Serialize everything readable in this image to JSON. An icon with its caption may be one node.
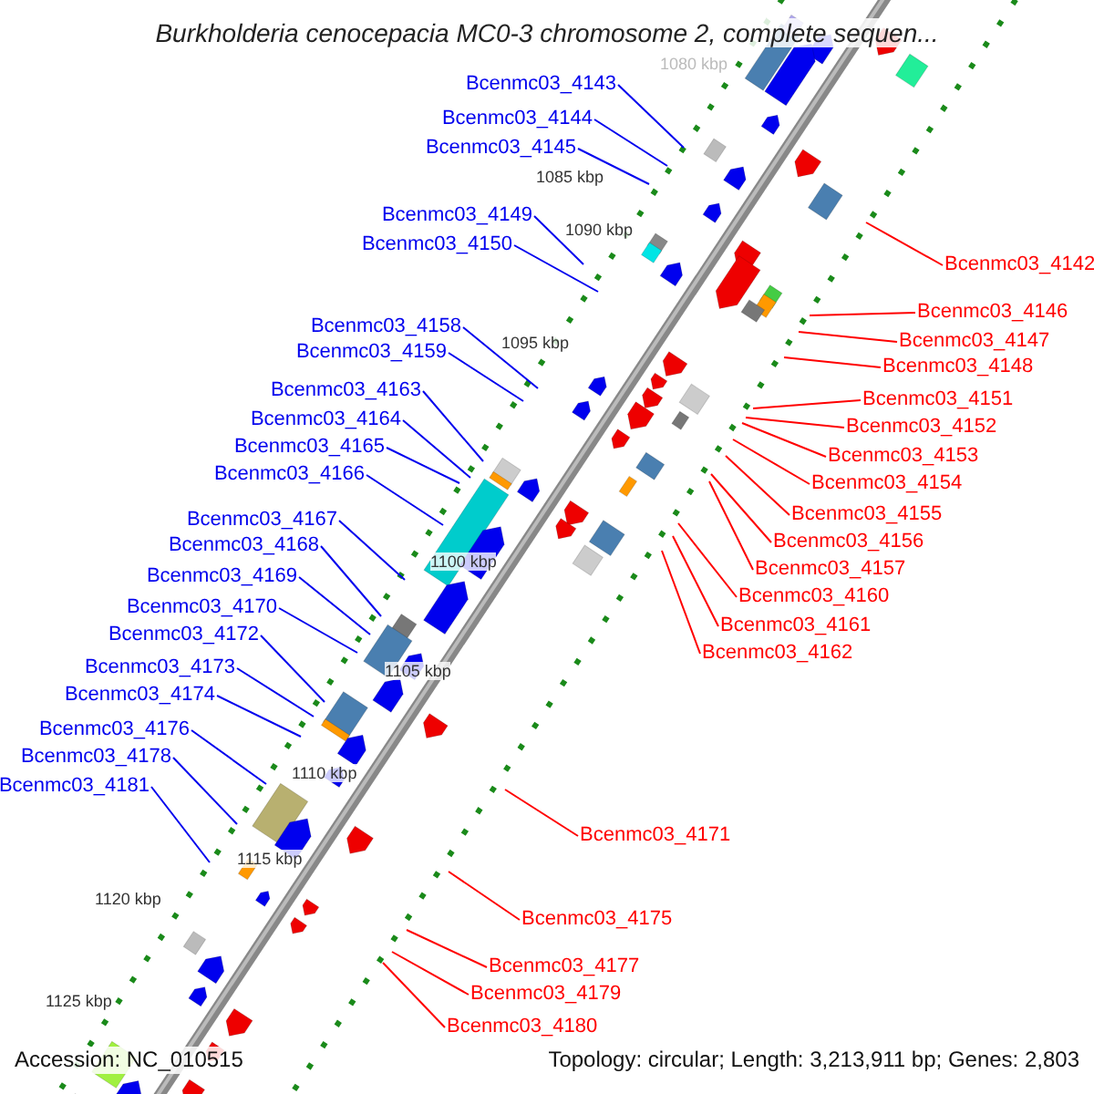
{
  "diagram": {
    "title": "Burkholderia cenocepacia MC0-3 chromosome 2, complete sequen...",
    "nodes": [
      {
        "text": [
          "Bcenmc03_4143"
        ]
      },
      {
        "text": [
          "Bcenmc03_4144"
        ]
      },
      {
        "text": [
          "Bcenmc03_4145"
        ]
      },
      {
        "text": [
          "Bcenmc03_4149"
        ]
      },
      {
        "text": [
          "Bcenmc03_4150"
        ]
      },
      {
        "text": [
          "Bcenmc03_4158"
        ]
      },
      {
        "text": [
          "Bcenmc03_4159"
        ]
      },
      {
        "text": [
          "Bcenmc03_4163"
        ]
      },
      {
        "text": [
          "Bcenmc03_4164"
        ]
      },
      {
        "text": [
          "Bcenmc03_4165"
        ]
      },
      {
        "text": [
          "Bcenmc03_4166"
        ]
      },
      {
        "text": [
          "Bcenmc03_4167"
        ]
      },
      {
        "text": [
          "Bcenmc03_4168"
        ]
      },
      {
        "text": [
          "Bcenmc03_4169"
        ]
      },
      {
        "text": [
          "Bcenmc03_4170"
        ]
      },
      {
        "text": [
          "Bcenmc03_4172"
        ]
      },
      {
        "text": [
          "Bcenmc03_4173"
        ]
      },
      {
        "text": [
          "Bcenmc03_4174"
        ]
      },
      {
        "text": [
          "Bcenmc03_4176"
        ]
      },
      {
        "text": [
          "Bcenmc03_4178"
        ]
      },
      {
        "text": [
          "Bcenmc03_4181"
        ]
      },
      {
        "text": [
          "Bcenmc03_4142"
        ]
      },
      {
        "text": [
          "Bcenmc03_4146"
        ]
      },
      {
        "text": [
          "Bcenmc03_4147"
        ]
      },
      {
        "text": [
          "Bcenmc03_4148"
        ]
      },
      {
        "text": [
          "Bcenmc03_4151"
        ]
      },
      {
        "text": [
          "Bcenmc03_4152"
        ]
      },
      {
        "text": [
          "Bcenmc03_4153"
        ]
      },
      {
        "text": [
          "Bcenmc03_4154"
        ]
      },
      {
        "text": [
          "Bcenmc03_4155"
        ]
      },
      {
        "text": [
          "Bcenmc03_4156"
        ]
      },
      {
        "text": [
          "Bcenmc03_4157"
        ]
      },
      {
        "text": [
          "Bcenmc03_4160"
        ]
      },
      {
        "text": [
          "Bcenmc03_4161"
        ]
      },
      {
        "text": [
          "Bcenmc03_4162"
        ]
      },
      {
        "text": [
          "Bcenmc03_4171"
        ]
      },
      {
        "text": [
          "Bcenmc03_4175"
        ]
      },
      {
        "text": [
          "Bcenmc03_4177"
        ]
      },
      {
        "text": [
          "Bcenmc03_4179"
        ]
      },
      {
        "text": [
          "Bcenmc03_4180"
        ]
      }
    ],
    "edges": [
      {
        "from": 0,
        "to": null,
        "arrow": "none"
      },
      {
        "from": 1,
        "to": null,
        "arrow": "none"
      },
      {
        "from": 2,
        "to": null,
        "arrow": "none"
      },
      {
        "from": 3,
        "to": null,
        "arrow": "none"
      },
      {
        "from": 4,
        "to": null,
        "arrow": "none"
      },
      {
        "from": 5,
        "to": null,
        "arrow": "none"
      },
      {
        "from": 6,
        "to": null,
        "arrow": "none"
      },
      {
        "from": 7,
        "to": null,
        "arrow": "none"
      },
      {
        "from": 8,
        "to": null,
        "arrow": "none"
      },
      {
        "from": 9,
        "to": null,
        "arrow": "none"
      },
      {
        "from": 10,
        "to": null,
        "arrow": "none"
      },
      {
        "from": 11,
        "to": null,
        "arrow": "none"
      },
      {
        "from": 12,
        "to": null,
        "arrow": "none"
      },
      {
        "from": 13,
        "to": null,
        "arrow": "none"
      },
      {
        "from": 14,
        "to": null,
        "arrow": "none"
      },
      {
        "from": 15,
        "to": null,
        "arrow": "none"
      },
      {
        "from": 16,
        "to": null,
        "arrow": "none"
      },
      {
        "from": 17,
        "to": null,
        "arrow": "none"
      },
      {
        "from": 18,
        "to": null,
        "arrow": "none"
      },
      {
        "from": 19,
        "to": null,
        "arrow": "none"
      },
      {
        "from": 20,
        "to": null,
        "arrow": "none"
      },
      {
        "from": 21,
        "to": null,
        "arrow": "none",
        "color": "#ff0000"
      },
      {
        "from": 22,
        "to": null,
        "arrow": "none",
        "color": "#ff0000"
      },
      {
        "from": 23,
        "to": null,
        "arrow": "none",
        "color": "#ff0000"
      },
      {
        "from": 24,
        "to": null,
        "arrow": "none",
        "color": "#ff0000"
      },
      {
        "from": 25,
        "to": null,
        "arrow": "none",
        "color": "#ff0000"
      },
      {
        "from": 26,
        "to": null,
        "arrow": "none",
        "color": "#ff0000"
      },
      {
        "from": 27,
        "to": null,
        "arrow": "none",
        "color": "#ff0000"
      },
      {
        "from": 28,
        "to": null,
        "arrow": "none",
        "color": "#ff0000"
      },
      {
        "from": 29,
        "to": null,
        "arrow": "none",
        "color": "#ff0000"
      },
      {
        "from": 30,
        "to": null,
        "arrow": "none",
        "color": "#ff0000"
      },
      {
        "from": 31,
        "to": null,
        "arrow": "none",
        "color": "#ff0000"
      },
      {
        "from": 32,
        "to": null,
        "arrow": "none",
        "color": "#ff0000"
      },
      {
        "from": 33,
        "to": null,
        "arrow": "none",
        "color": "#ff0000"
      },
      {
        "from": 34,
        "to": null,
        "arrow": "none",
        "color": "#ff0000"
      },
      {
        "from": 35,
        "to": null,
        "arrow": "none",
        "color": "#ff0000"
      },
      {
        "from": 36,
        "to": null,
        "arrow": "none",
        "color": "#ff0000"
      },
      {
        "from": 37,
        "to": null,
        "arrow": "none",
        "color": "#ff0000"
      },
      {
        "from": 38,
        "to": null,
        "arrow": "none",
        "color": "#ff0000"
      },
      {
        "from": 39,
        "to": null,
        "arrow": "none",
        "color": "#ff0000"
      }
    ],
    "labels": [
      "1080 kbp",
      "1085 kbp",
      "1090 kbp",
      "1095 kbp",
      "1100 kbp",
      "1105 kbp",
      "1110 kbp",
      "1115 kbp",
      "1120 kbp",
      "1125 kbp",
      "Accession: NC_010515",
      "Topology: circular; Length: 3,213,911 bp; Genes: 2,803"
    ]
  }
}
